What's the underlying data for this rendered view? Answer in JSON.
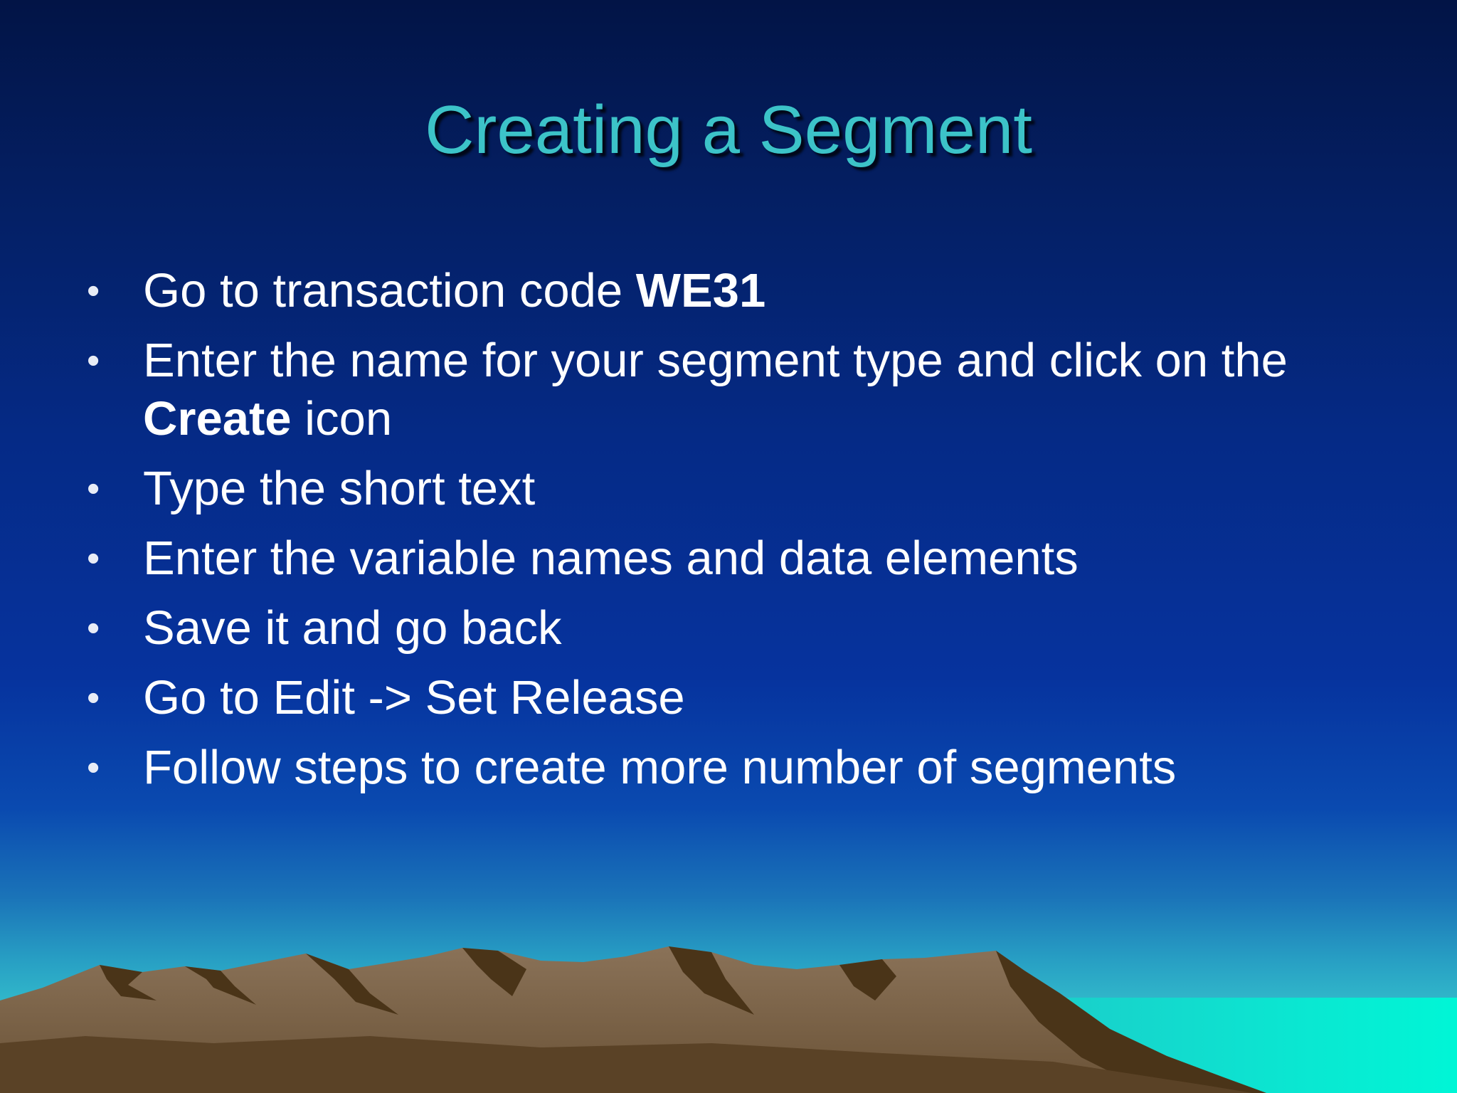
{
  "slide": {
    "title": "Creating a Segment",
    "bullets": [
      {
        "pre": "Go to transaction code ",
        "bold": "WE31",
        "post": ""
      },
      {
        "pre": "Enter the name for your segment type and click on the ",
        "bold": "Create",
        "post": " icon"
      },
      {
        "pre": "Type the short text",
        "bold": "",
        "post": ""
      },
      {
        "pre": "Enter the variable names and data elements",
        "bold": "",
        "post": ""
      },
      {
        "pre": "Save it and go back",
        "bold": "",
        "post": ""
      },
      {
        "pre": "Go to Edit -> Set Release",
        "bold": "",
        "post": ""
      },
      {
        "pre": "Follow steps to create more number of segments",
        "bold": "",
        "post": ""
      }
    ]
  },
  "colors": {
    "title": "#3cc3c8",
    "text": "#ffffff",
    "sea": "#00f0d0",
    "mountain": "#7a6248",
    "mountain_shadow": "#4a3418"
  }
}
